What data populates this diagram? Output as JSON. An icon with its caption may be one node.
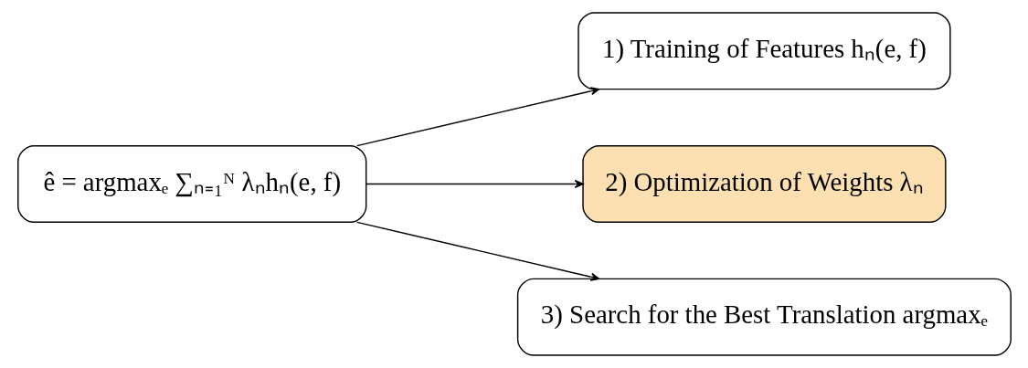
{
  "diagram": {
    "nodes": [
      {
        "text": [
          "ê = argmaxₑ ∑ₙ₌₁ᴺ λₙhₙ(e, f)"
        ]
      },
      {
        "text": [
          "1) Training of Features hₙ(e, f)"
        ]
      },
      {
        "text": [
          "2) Optimization of Weights λₙ"
        ]
      },
      {
        "text": [
          "3) Search for the Best Translation argmaxₑ"
        ]
      }
    ],
    "edges": [
      {
        "from": 0,
        "to": 1,
        "arrow": "to"
      },
      {
        "from": 0,
        "to": 2,
        "arrow": "to"
      },
      {
        "from": 0,
        "to": 3,
        "arrow": "to"
      }
    ]
  }
}
